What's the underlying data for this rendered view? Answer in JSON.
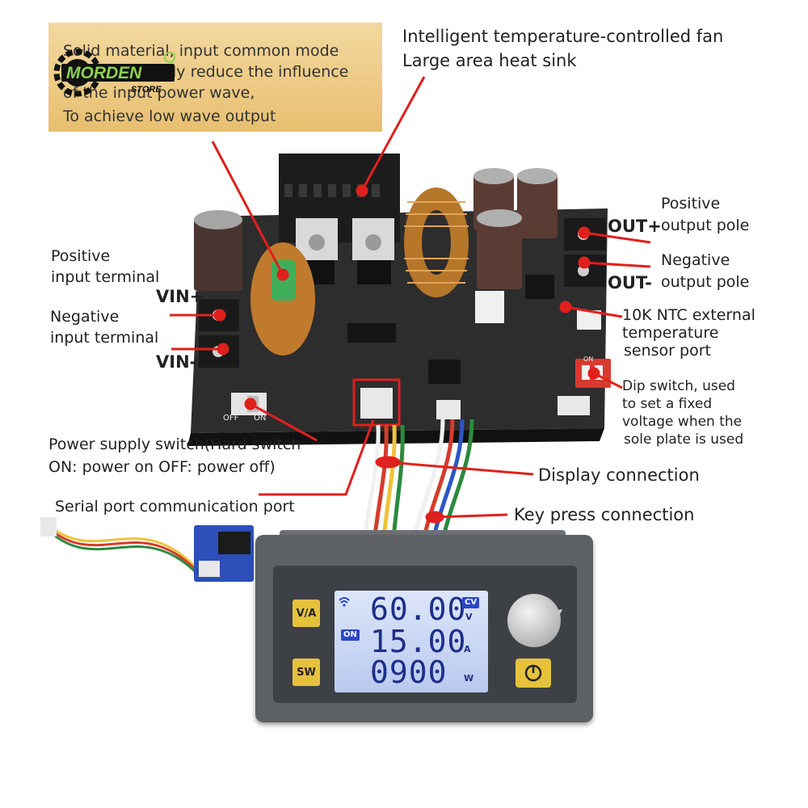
{
  "banner": {
    "lines": [
      "Solid material, input common mode",
      "inductor greatly reduce the influence",
      "of the input power wave,",
      "To achieve low wave output"
    ]
  },
  "logo": {
    "text": "MORDEN",
    "subtext": "STORE"
  },
  "callouts": {
    "fan": [
      "Intelligent temperature-controlled fan",
      "Large area heat sink"
    ],
    "out_pos_term": "OUT+",
    "out_pos_label": [
      "Positive",
      "output pole"
    ],
    "out_neg_term": "OUT-",
    "out_neg_label": [
      "Negative",
      "output pole"
    ],
    "ntc": [
      "10K NTC external",
      "temperature",
      "sensor port"
    ],
    "dip": [
      "Dip switch, used",
      "to set a fixed",
      "voltage when the",
      "sole plate is used"
    ],
    "vin_pos_label": [
      "Positive",
      "input terminal"
    ],
    "vin_pos_term": "VIN+",
    "vin_neg_label": [
      "Negative",
      "input terminal"
    ],
    "vin_neg_term": "VIN-",
    "power_switch": [
      "Power supply switch(Hard switch",
      "ON: power on OFF: power off)"
    ],
    "display_conn": "Display connection",
    "key_conn": "Key press connection",
    "serial": "Serial port communication port"
  },
  "board": {
    "switch_off": "OFF",
    "switch_on": "ON",
    "dip_on": "ON"
  },
  "display": {
    "key_va": "V/A",
    "key_sw": "SW",
    "voltage": "60.00",
    "current": "15.00",
    "power": "0900",
    "badge_cv": "CV",
    "badge_on": "ON",
    "unit_v": "V",
    "unit_a": "A",
    "unit_w": "W"
  },
  "colors": {
    "pointer": "#e0201c",
    "banner": "#ecc77e",
    "pcb": "#2b2b2b",
    "lcd_text": "#1d2f8a",
    "key": "#e6c23c"
  }
}
